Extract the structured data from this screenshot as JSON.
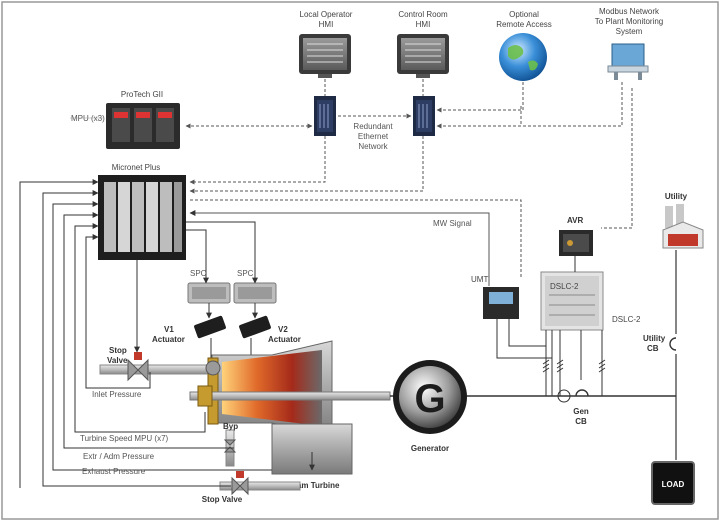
{
  "components": {
    "local_hmi": [
      "Local Operator",
      "HMI"
    ],
    "control_hmi": [
      "Control Room",
      "HMI"
    ],
    "remote_access": [
      "Optional",
      "Remote Access"
    ],
    "modbus": [
      "Modbus Network",
      "To Plant Monitoring",
      "System"
    ],
    "protech": "ProTech GII",
    "mpu": "MPU (x3)",
    "redundant": [
      "Redundant",
      "Ethernet",
      "Network"
    ],
    "micronet": "Micronet Plus",
    "mw_signal": "MW Signal",
    "avr": "AVR",
    "umt": "UMT",
    "dslc": "DSLC-2",
    "dslc_panel": "DSLC-2",
    "utility": "Utility",
    "spc1": "SPC",
    "spc2": "SPC",
    "v1": [
      "V1",
      "Actuator"
    ],
    "v2": [
      "V2",
      "Actuator"
    ],
    "stop_valve_top": [
      "Stop",
      "Valve"
    ],
    "inlet_pressure": "Inlet Pressure",
    "turbine_speed": "Turbine Speed  MPU (x7)",
    "extr_pressure": "Extr / Adm Pressure",
    "exhaust_pressure": "Exhaust Pressure",
    "byp": "Byp",
    "stop_valve_bottom": "Stop Valve",
    "steam_turbine": "Steam Turbine",
    "generator_letter": "G",
    "generator": "Generator",
    "utility_cb": [
      "Utility",
      "CB"
    ],
    "gen_cb": [
      "Gen",
      "CB"
    ],
    "load": "LOAD"
  },
  "colors": {
    "line": "#333333",
    "dashed": "#555555",
    "border": "#999999",
    "turbine_hot": "#c0392b",
    "pipe": "#b8860b"
  }
}
